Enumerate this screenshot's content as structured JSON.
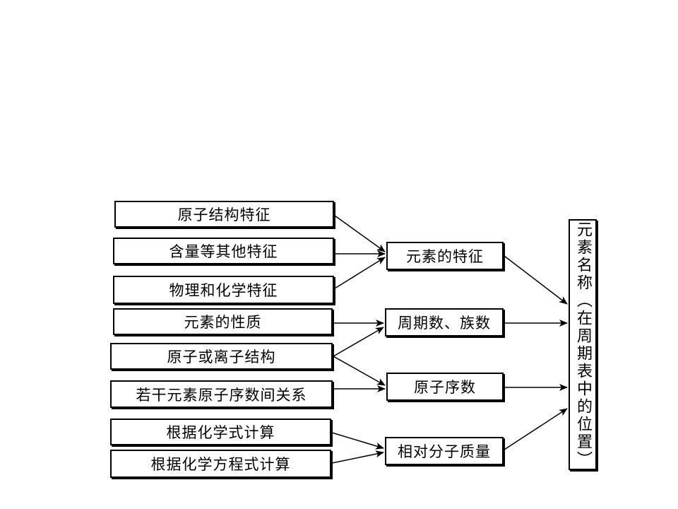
{
  "left_boxes": [
    "原子结构特征",
    "含量等其他特征",
    "物理和化学特征",
    "元素的性质",
    "原子或离子结构",
    "若干元素原子序数间关系",
    "根据化学式计算",
    "根据化学方程式计算"
  ],
  "middle_boxes": [
    "元素的特征",
    "周期数、族数",
    "原子序数",
    "相对分子质量"
  ],
  "right_box": "元素名称（在周期表中的位置）"
}
